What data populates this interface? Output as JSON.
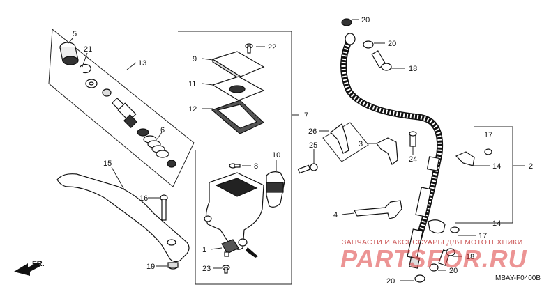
{
  "diagram_code": "MBAY-F0400B",
  "watermark": {
    "caption": "ЗАПЧАСТИ И АКСЕССУАРЫ ДЛЯ МОТОТЕХНИКИ",
    "logo": "PARTSFOR.RU"
  },
  "front_arrow": "FR.",
  "callouts": {
    "c1": "1",
    "c2": "2",
    "c3": "3",
    "c4": "4",
    "c5": "5",
    "c6": "6",
    "c7": "7",
    "c8": "8",
    "c9": "9",
    "c10": "10",
    "c11": "11",
    "c12": "12",
    "c13": "13",
    "c14a": "14",
    "c14b": "14",
    "c15": "15",
    "c16": "16",
    "c17a": "17",
    "c17b": "17",
    "c18a": "18",
    "c18b": "18",
    "c19": "19",
    "c20a": "20",
    "c20b": "20",
    "c20c": "20",
    "c20d": "20",
    "c21": "21",
    "c22": "22",
    "c23": "23",
    "c24": "24",
    "c25": "25",
    "c26": "26"
  }
}
